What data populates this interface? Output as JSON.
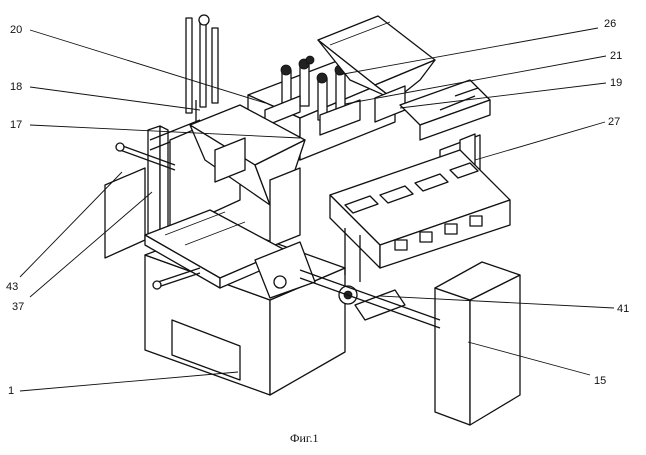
{
  "figure": {
    "caption": "Фиг.1",
    "labels": [
      "20",
      "26",
      "21",
      "18",
      "19",
      "17",
      "27",
      "43",
      "37",
      "41",
      "1",
      "15"
    ]
  }
}
